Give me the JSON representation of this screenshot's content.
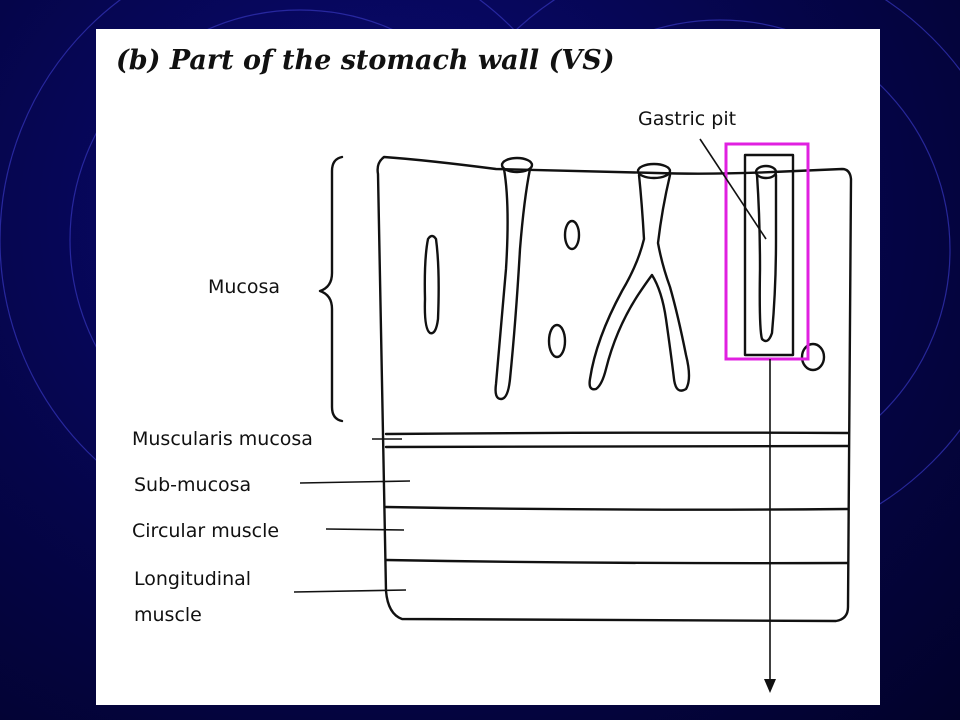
{
  "title": "(b) Part of the stomach wall (VS)",
  "labels": {
    "gastric_pit": "Gastric pit",
    "mucosa": "Mucosa",
    "muscularis_mucosa": "Muscularis mucosa",
    "sub_mucosa": "Sub-mucosa",
    "circular_muscle": "Circular muscle",
    "longitudinal_muscle_line1": "Longitudinal",
    "longitudinal_muscle_line2": "muscle"
  },
  "colors": {
    "background": "#05054a",
    "highlight_box": "#e020e0",
    "ink": "#111111"
  }
}
